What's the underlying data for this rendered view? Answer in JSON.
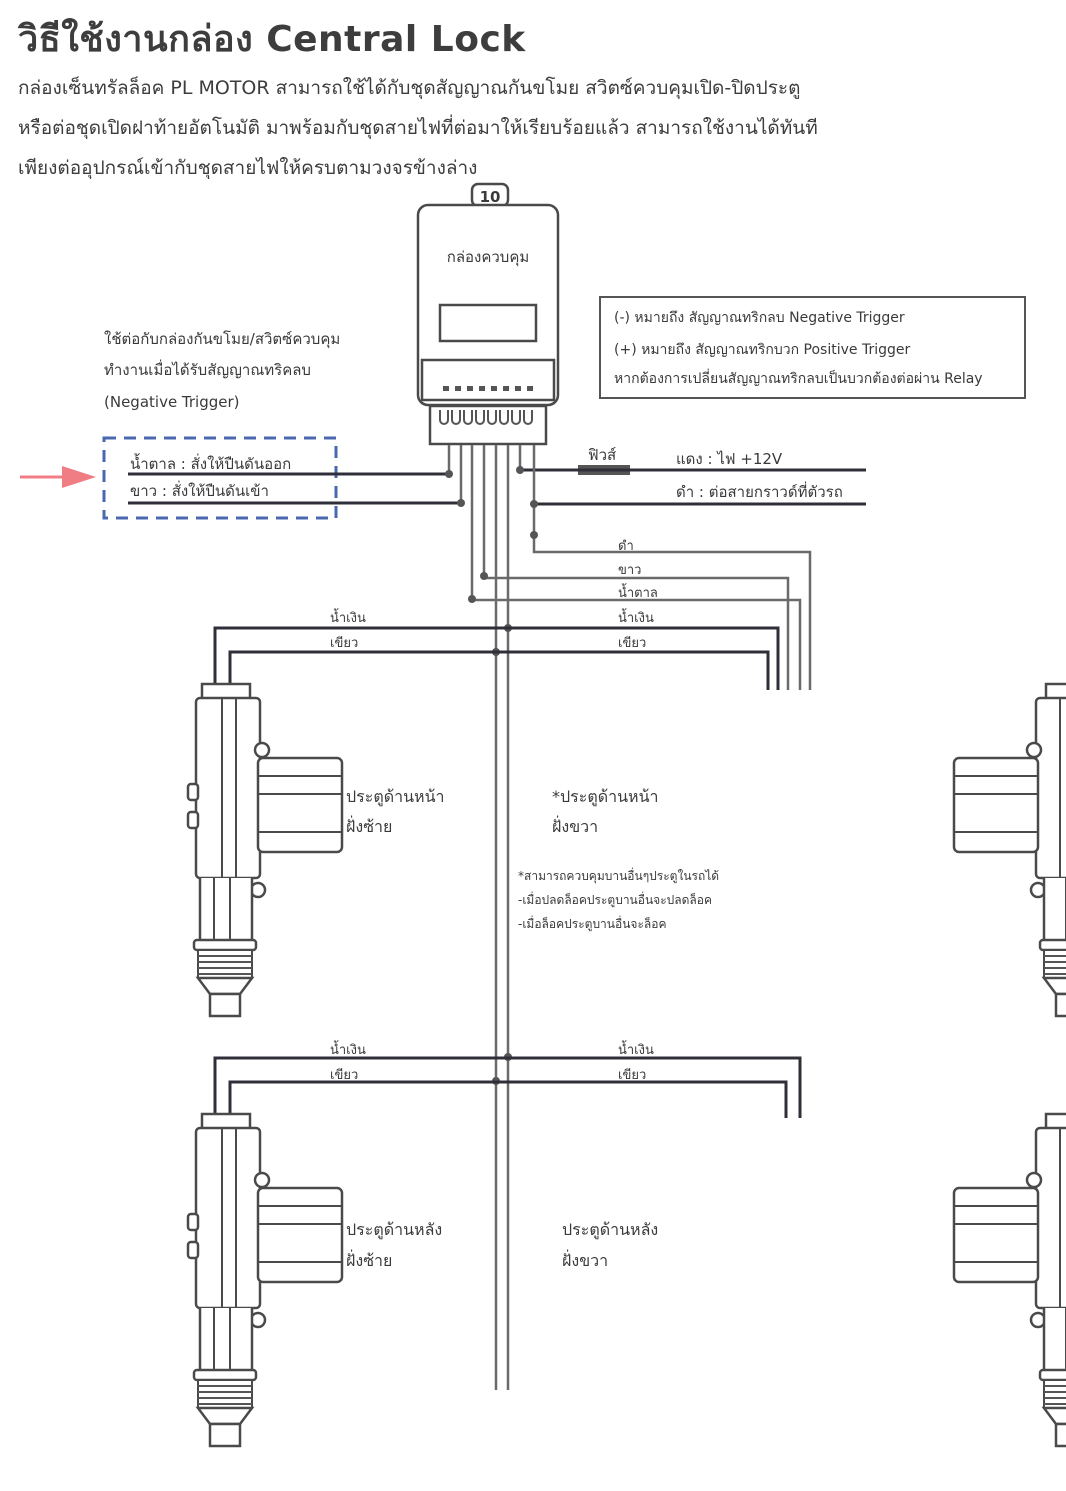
{
  "header": {
    "title": "วิธีใช้งานกล่อง Central Lock",
    "intro_lines": [
      "กล่องเซ็นทรัลล็อค PL MOTOR สามารถใช้ได้กับชุดสัญญาณกันขโมย สวิตซ์ควบคุมเปิด-ปิดประตู",
      "หรือต่อชุดเปิดฝาท้ายอัตโนมัติ มาพร้อมกับชุดสายไฟที่ต่อมาให้เรียบร้อยแล้ว สามารถใช้งานได้ทันที",
      "เพียงต่ออุปกรณ์เข้ากับชุดสายไฟให้ครบตามวงจรข้างล่าง"
    ]
  },
  "control_box": {
    "label": "กล่องควบคุม",
    "fuse_rating": "10"
  },
  "legend_box": {
    "lines": [
      "(-) หมายถึง สัญญาณทริกลบ Negative Trigger",
      "(+) หมายถึง สัญญาณทริกบวก Positive Trigger",
      "หากต้องการเปลี่ยนสัญญาณทริกลบเป็นบวกต้องต่อผ่าน Relay"
    ]
  },
  "trigger_note": {
    "lines": [
      "ใช้ต่อกับกล่องกันขโมย/สวิตซ์ควบคุม",
      "ทำงานเมื่อได้รับสัญญาณทริคลบ",
      "(Negative Trigger)"
    ]
  },
  "input_wires": [
    {
      "label": "น้ำตาล : สั่งให้ปืนดันออก"
    },
    {
      "label": "ขาว : สั่งให้ปืนดันเข้า"
    }
  ],
  "power_wires": {
    "fuse_label": "ฟิวส์",
    "red": "แดง : ไฟ +12V",
    "black": "ดำ : ต่อสายกราวด์ที่ตัวรถ"
  },
  "master_wires": [
    "ดำ",
    "ขาว",
    "น้ำตาล",
    "น้ำเงิน",
    "เขียว"
  ],
  "slave_wires": {
    "blue": "น้ำเงิน",
    "green": "เขียว"
  },
  "doors": {
    "front_left": [
      "ประตูด้านหน้า",
      "ฝั่งซ้าย"
    ],
    "front_right": [
      "*ประตูด้านหน้า",
      "ฝั่งขวา"
    ],
    "rear_left": [
      "ประตูด้านหลัง",
      "ฝั่งซ้าย"
    ],
    "rear_right": [
      "ประตูด้านหลัง",
      "ฝั่งขวา"
    ]
  },
  "master_note": [
    "*สามารถควบคุมบานอื่นๆประตูในรถได้",
    "-เมื่อปลดล็อคประตูบานอื่นจะปลดล็อค",
    "-เมื่อล็อคประตูบานอื่นจะล็อค"
  ],
  "colors": {
    "arrow": "#f07c84",
    "dashed_box": "#4a67b0",
    "wire": "#2f2f3a"
  }
}
